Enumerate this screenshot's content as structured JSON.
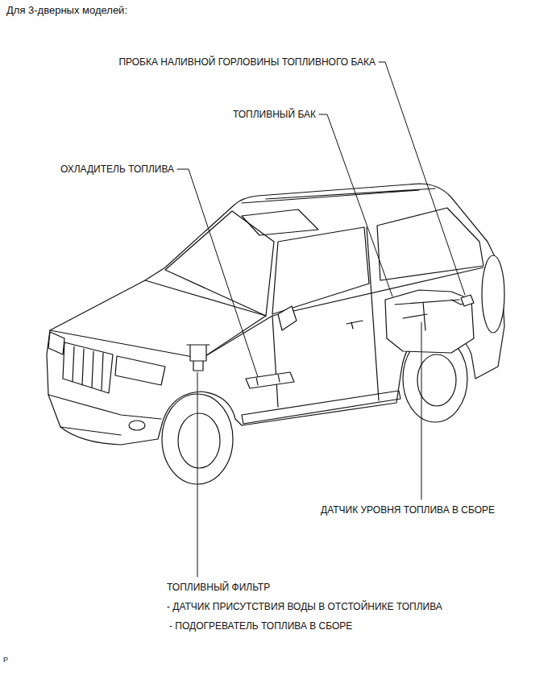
{
  "diagram": {
    "title": "Для 3-дверных моделей:",
    "labels": [
      "ПРОБКА НАЛИВНОЙ ГОРЛОВИНЫ ТОПЛИВНОГО БАКА",
      "ТОПЛИВНЫЙ БАК",
      "ОХЛАДИТЕЛЬ ТОПЛИВА",
      "ДАТЧИК УРОВНЯ ТОПЛИВА В СБОРЕ",
      "ТОПЛИВНЫЙ ФИЛЬТР",
      "- ДАТЧИК ПРИСУТСТВИЯ ВОДЫ В ОТСТОЙНИКЕ ТОПЛИВА",
      "- ПОДОГРЕВАТЕЛЬ ТОПЛИВА В СБОРЕ",
      "P"
    ]
  }
}
